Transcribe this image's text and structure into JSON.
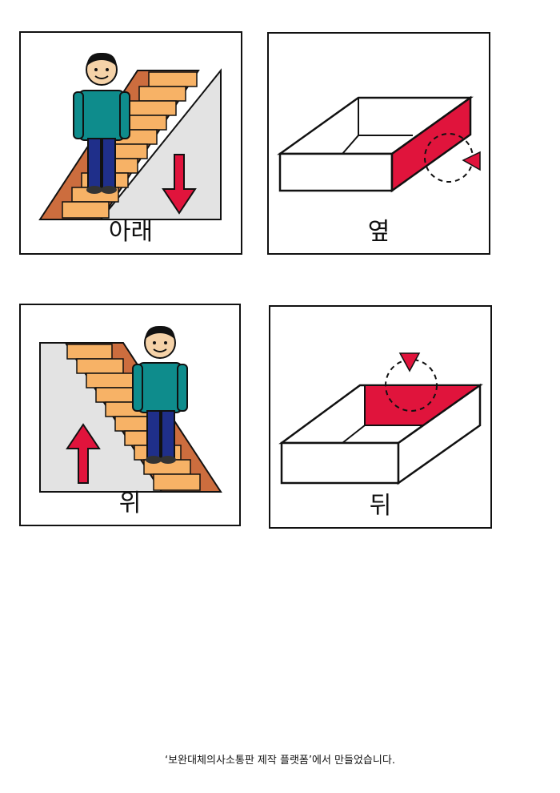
{
  "cards": [
    {
      "label": "아래"
    },
    {
      "label": "옆"
    },
    {
      "label": "위"
    },
    {
      "label": "뒤"
    }
  ],
  "footer": {
    "text": "‘보완대체의사소통판 제작 플랫폼’에서 만들었습니다."
  },
  "colors": {
    "accent": "#e0143c",
    "brick_orange": "#f7b266",
    "brick_dark": "#cc6d3e",
    "shirt": "#0e8c8c",
    "pants": "#1f2f8a",
    "skin": "#f5d2a8",
    "wall_gray": "#e3e3e3"
  }
}
